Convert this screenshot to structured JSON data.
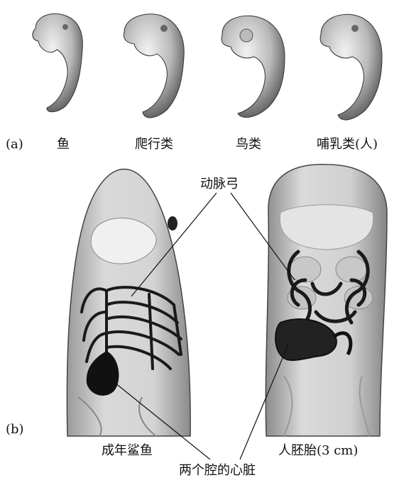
{
  "panel_a": {
    "label": "(a)",
    "embryos": [
      {
        "name": "鱼"
      },
      {
        "name": "爬行类"
      },
      {
        "name": "鸟类"
      },
      {
        "name": "哺乳类(人)"
      }
    ]
  },
  "panel_b": {
    "label": "(b)",
    "callout_top": "动脉弓",
    "callout_bottom": "两个腔的心脏",
    "left_caption": "成年鲨鱼",
    "right_caption": "人胚胎(3 cm)"
  }
}
